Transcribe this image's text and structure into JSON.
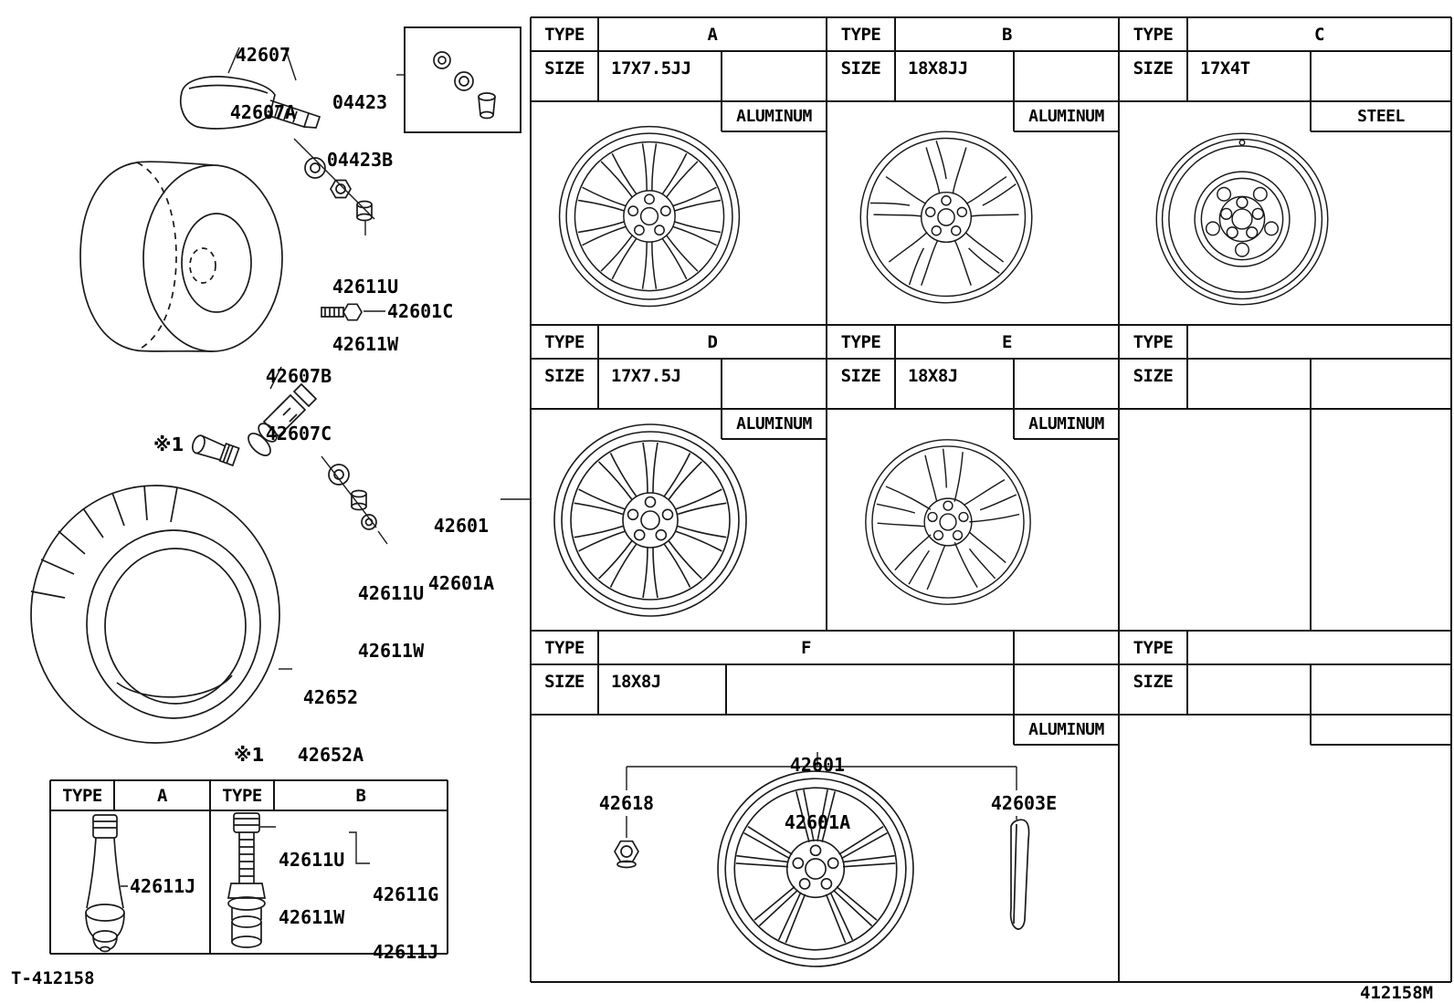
{
  "page": {
    "footer_left": "T-412158",
    "footer_right": "412158M",
    "note_ref": "※1"
  },
  "labels": {
    "tpms_sensor": [
      "42607",
      "42607A"
    ],
    "valve_cap_kit": [
      "04423",
      "04423B"
    ],
    "valve_core_upper": [
      "42611U",
      "42611W"
    ],
    "hub_bolt": "42601C",
    "valve_snap_in": [
      "42607B",
      "42607C"
    ],
    "valve_core_lower": [
      "42611U",
      "42611W"
    ],
    "tire": [
      "42652",
      "42652A"
    ],
    "disc_wheel": [
      "42601",
      "42601A"
    ],
    "disc_wheel_f": [
      "42601",
      "42601A"
    ],
    "valve_nut": "42618",
    "balance_weight": "42603E",
    "valve_rubber": "42611J",
    "valve_metal_uw": [
      "42611U",
      "42611W"
    ],
    "valve_metal_gj": [
      "42611G",
      "42611J"
    ]
  },
  "valve_type_table": {
    "type_label": "TYPE",
    "types": [
      "A",
      "B"
    ]
  },
  "wheel_table": {
    "type_label": "TYPE",
    "size_label": "SIZE",
    "blocks": [
      {
        "type": "A",
        "size": "17X7.5JJ",
        "material": "ALUMINUM"
      },
      {
        "type": "B",
        "size": "18X8JJ",
        "material": "ALUMINUM"
      },
      {
        "type": "C",
        "size": "17X4T",
        "material": "STEEL"
      },
      {
        "type": "D",
        "size": "17X7.5J",
        "material": "ALUMINUM"
      },
      {
        "type": "E",
        "size": "18X8J",
        "material": "ALUMINUM"
      },
      {
        "type": "",
        "size": "",
        "material": ""
      },
      {
        "type": "F",
        "size": "18X8J",
        "material": "ALUMINUM"
      },
      {
        "type": "",
        "size": "",
        "material": ""
      }
    ]
  }
}
